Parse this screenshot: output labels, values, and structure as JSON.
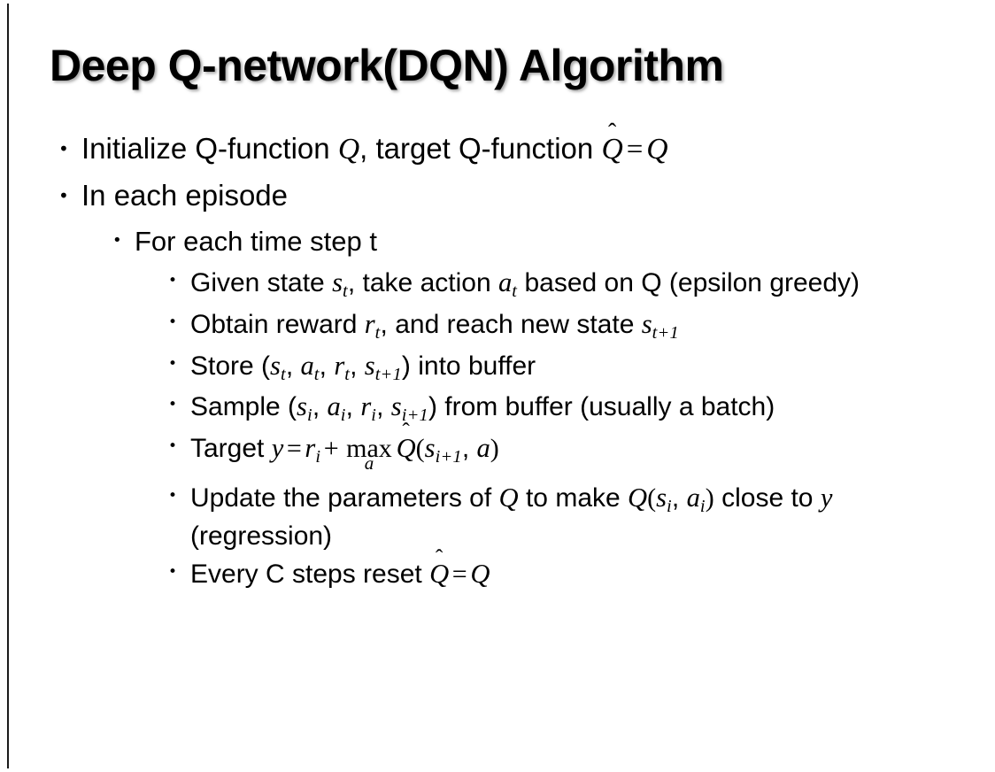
{
  "slide": {
    "title": "Deep Q-network(DQN) Algorithm",
    "background_color": "#ffffff",
    "text_color": "#000000",
    "accent_rule_color": "#1a1a1a",
    "bullet_glyph": "•"
  },
  "content": {
    "b1": {
      "level": 1,
      "parts": {
        "p1": "Initialize Q-function ",
        "var_q1": "Q",
        "p2": ", target Q-function ",
        "var_qhat": "Q",
        "hat": "̂",
        "eq": "=",
        "var_q2": "Q"
      }
    },
    "b2": {
      "level": 1,
      "text": "In each episode"
    },
    "b3": {
      "level": 2,
      "text": "For each time step t"
    },
    "b4": {
      "level": 3,
      "parts": {
        "p1": "Given state ",
        "var_s": "s",
        "sub_t": "t",
        "p2": ", take action ",
        "var_a": "a",
        "sub_t2": "t",
        "p3": " based on Q (epsilon greedy)"
      }
    },
    "b5": {
      "level": 3,
      "parts": {
        "p1": "Obtain reward ",
        "var_r": "r",
        "sub_t": "t",
        "p2": ", and reach new state ",
        "var_s": "s",
        "sub_t1": "t+1"
      }
    },
    "b6": {
      "level": 3,
      "parts": {
        "p1": "Store (",
        "var_s": "s",
        "sub_t": "t",
        "c1": ", ",
        "var_a": "a",
        "sub_t2": "t",
        "c2": ", ",
        "var_r": "r",
        "sub_t3": "t",
        "c3": ", ",
        "var_s2": "s",
        "sub_t4": "t+1",
        "p2": ") into buffer"
      }
    },
    "b7": {
      "level": 3,
      "parts": {
        "p1": "Sample (",
        "var_s": "s",
        "sub_i": "i",
        "c1": ", ",
        "var_a": "a",
        "sub_i2": "i",
        "c2": ", ",
        "var_r": "r",
        "sub_i3": "i",
        "c3": ", ",
        "var_s2": "s",
        "sub_i4": "i+1",
        "p2": ") from buffer (usually a batch)"
      }
    },
    "b8": {
      "level": 3,
      "parts": {
        "p1": "Target ",
        "var_y": "y",
        "eq": "=",
        "var_r": "r",
        "sub_i": "i",
        "plus": "+",
        "max_op": "max",
        "max_sub": "a",
        "var_qhat": "Q",
        "hat": "̂",
        "open": "(",
        "var_s": "s",
        "sub_i1": "i+1",
        "comma": ", ",
        "var_a": "a",
        "close": ")"
      }
    },
    "b9": {
      "level": 3,
      "parts": {
        "p1": "Update the parameters of ",
        "var_q": "Q",
        "p2": " to make ",
        "var_q2": "Q",
        "open": "(",
        "var_s": "s",
        "sub_i": "i",
        "comma": ", ",
        "var_a": "a",
        "sub_i2": "i",
        "close": ")",
        "p3": " close to ",
        "var_y": "y",
        "p4": " (regression)"
      }
    },
    "b10": {
      "level": 3,
      "parts": {
        "p1": "Every C steps reset ",
        "var_qhat": "Q",
        "hat": "̂",
        "eq": "=",
        "var_q": "Q"
      }
    }
  }
}
